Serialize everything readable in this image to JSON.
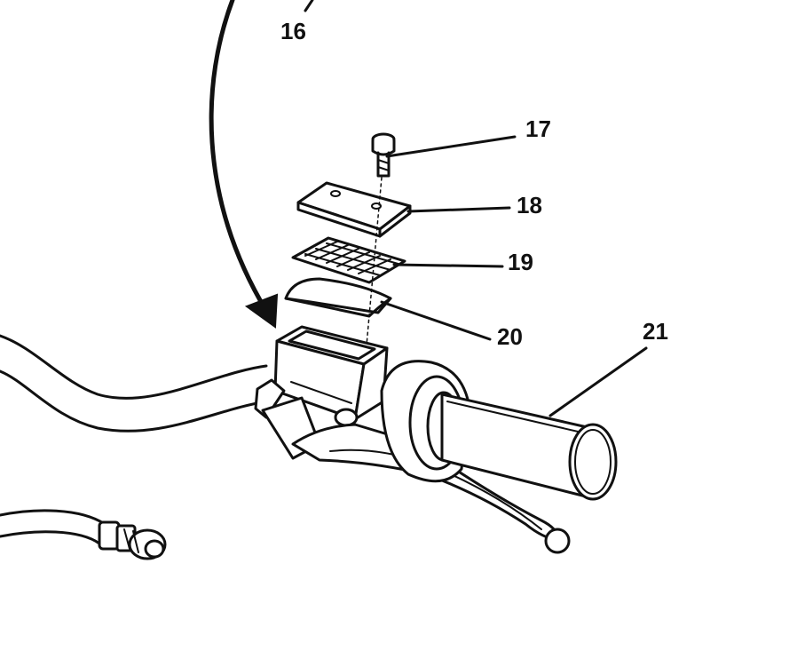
{
  "callouts": [
    {
      "id": "16",
      "label": "16"
    },
    {
      "id": "17",
      "label": "17"
    },
    {
      "id": "18",
      "label": "18"
    },
    {
      "id": "19",
      "label": "19"
    },
    {
      "id": "20",
      "label": "20"
    },
    {
      "id": "21",
      "label": "21"
    }
  ],
  "colors": {
    "ink": "#111111",
    "paper": "#ffffff"
  }
}
